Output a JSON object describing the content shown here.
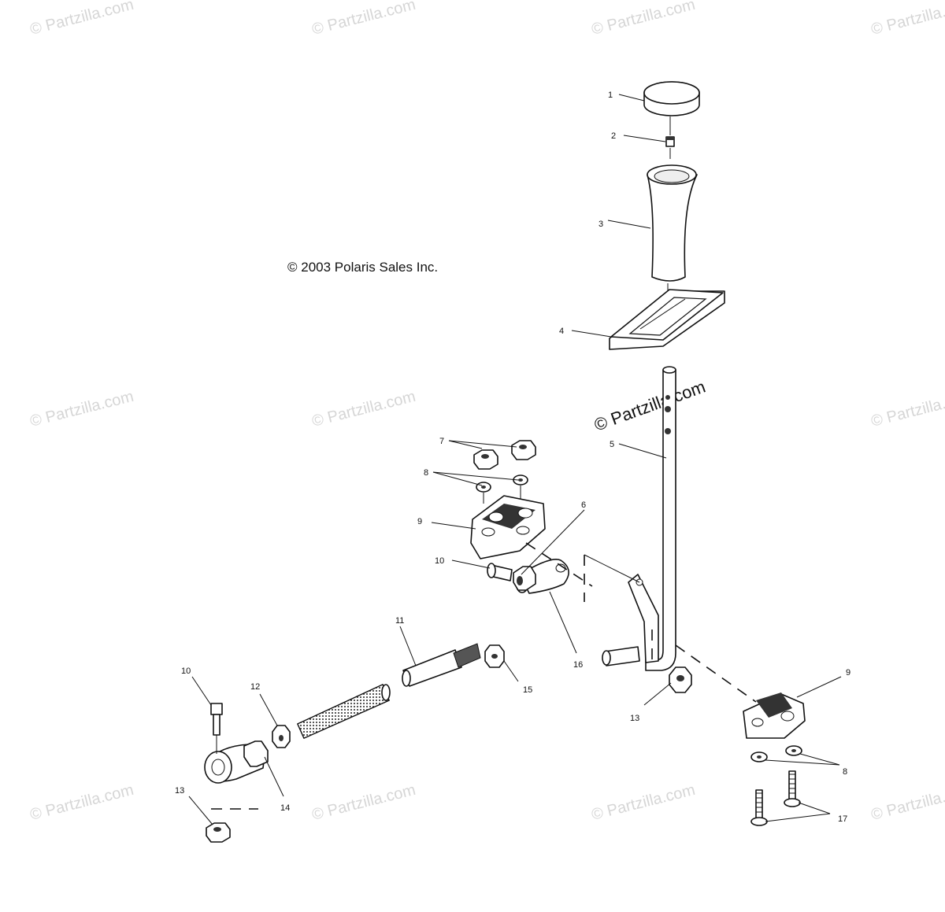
{
  "copyright": "© 2003 Polaris Sales Inc.",
  "watermark": "© Partzilla.com",
  "callouts": [
    {
      "id": "callout-1",
      "text": "1"
    },
    {
      "id": "callout-2",
      "text": "2"
    },
    {
      "id": "callout-3",
      "text": "3"
    },
    {
      "id": "callout-4",
      "text": "4"
    },
    {
      "id": "callout-5",
      "text": "5"
    },
    {
      "id": "callout-6",
      "text": "6"
    },
    {
      "id": "callout-7",
      "text": "7"
    },
    {
      "id": "callout-8a",
      "text": "8"
    },
    {
      "id": "callout-8b",
      "text": "8"
    },
    {
      "id": "callout-9a",
      "text": "9"
    },
    {
      "id": "callout-9b",
      "text": "9"
    },
    {
      "id": "callout-10a",
      "text": "10"
    },
    {
      "id": "callout-10b",
      "text": "10"
    },
    {
      "id": "callout-11",
      "text": "11"
    },
    {
      "id": "callout-12",
      "text": "12"
    },
    {
      "id": "callout-13a",
      "text": "13"
    },
    {
      "id": "callout-13b",
      "text": "13"
    },
    {
      "id": "callout-14",
      "text": "14"
    },
    {
      "id": "callout-15",
      "text": "15"
    },
    {
      "id": "callout-16",
      "text": "16"
    },
    {
      "id": "callout-17",
      "text": "17"
    }
  ]
}
